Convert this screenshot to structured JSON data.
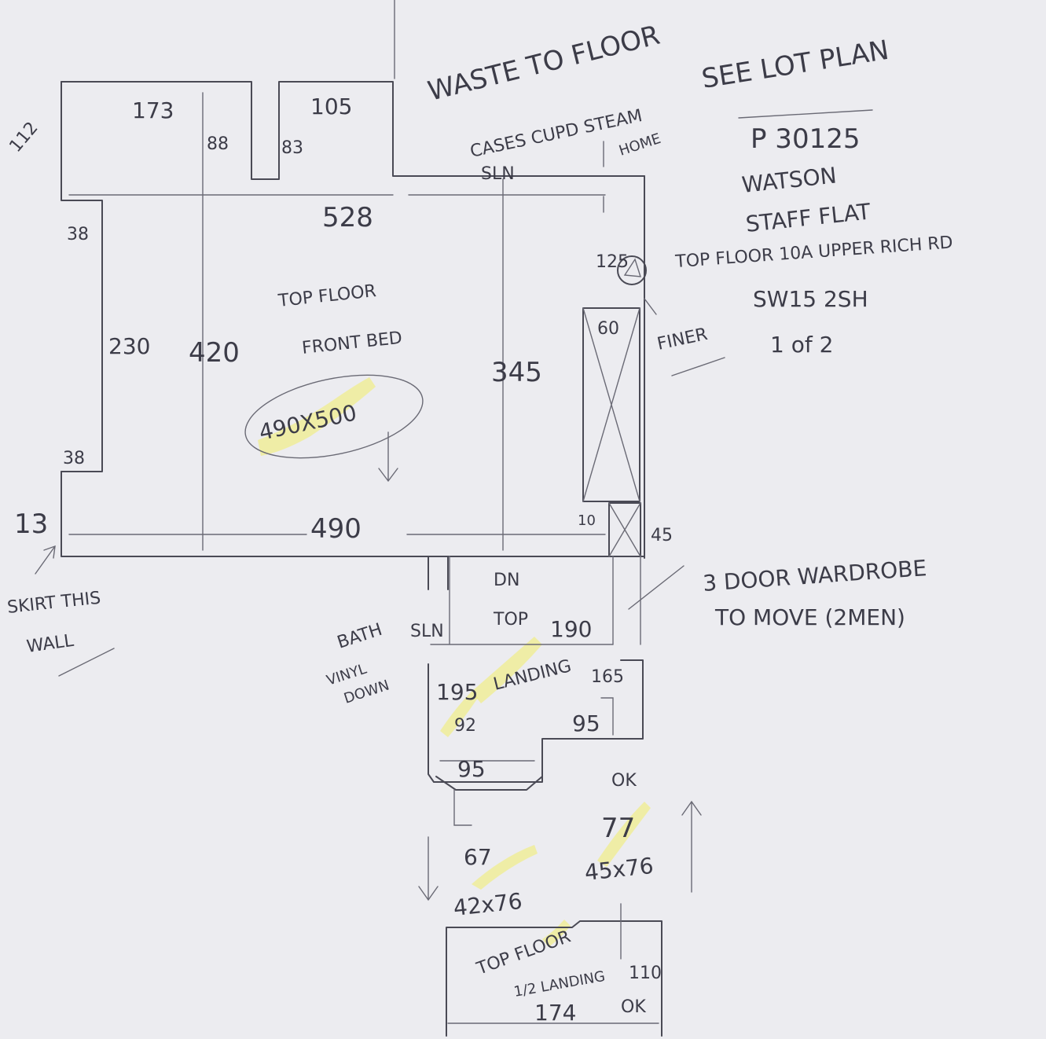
{
  "header": {
    "waste": "WASTE TO FLOOR",
    "see_plan": "SEE LOT PLAN"
  },
  "address": {
    "ref": "P 30125",
    "name": "WATSON",
    "line1": "STAFF FLAT",
    "line2": "TOP FLOOR 10A UPPER RICH RD",
    "postcode": "SW15 2SH",
    "sheet": "1 of 2"
  },
  "bedroom": {
    "label1": "TOP FLOOR",
    "label2": "FRONT BED",
    "carpet": "490X500",
    "dims": {
      "w173": "173",
      "d112": "112",
      "d88": "88",
      "d83": "83",
      "w105": "105",
      "w528": "528",
      "d38a": "38",
      "d230": "230",
      "d38b": "38",
      "d420": "420",
      "d345": "345",
      "d125": "125",
      "d60": "60",
      "w490": "490",
      "d13": "13",
      "d10": "10",
      "d45": "45"
    },
    "notes": {
      "cupboard": "CASES CUPD STEAM",
      "stair": "HOME",
      "sln_top": "SLN",
      "fitted": "FINER",
      "skirt1": "SKIRT THIS",
      "skirt2": "WALL",
      "wardrobe1": "3 DOOR WARDROBE",
      "wardrobe2": "TO MOVE (2MEN)"
    }
  },
  "bathroom": {
    "label": "BATH",
    "vinyl1": "VINYL",
    "vinyl2": "DOWN",
    "sln": "SLN",
    "dn": "DN",
    "top": "TOP",
    "landing": "LANDING",
    "dims": {
      "w190": "190",
      "d195": "195",
      "d165": "165",
      "d92": "92",
      "w95a": "95",
      "w95b": "95",
      "d67": "67",
      "d77": "77",
      "ok": "OK"
    },
    "stair_left": "42x76",
    "stair_right": "45x76"
  },
  "landing_room": {
    "label1": "TOP FLOOR",
    "label2": "1/2 LANDING",
    "d110": "110",
    "w174": "174",
    "ok": "OK"
  }
}
